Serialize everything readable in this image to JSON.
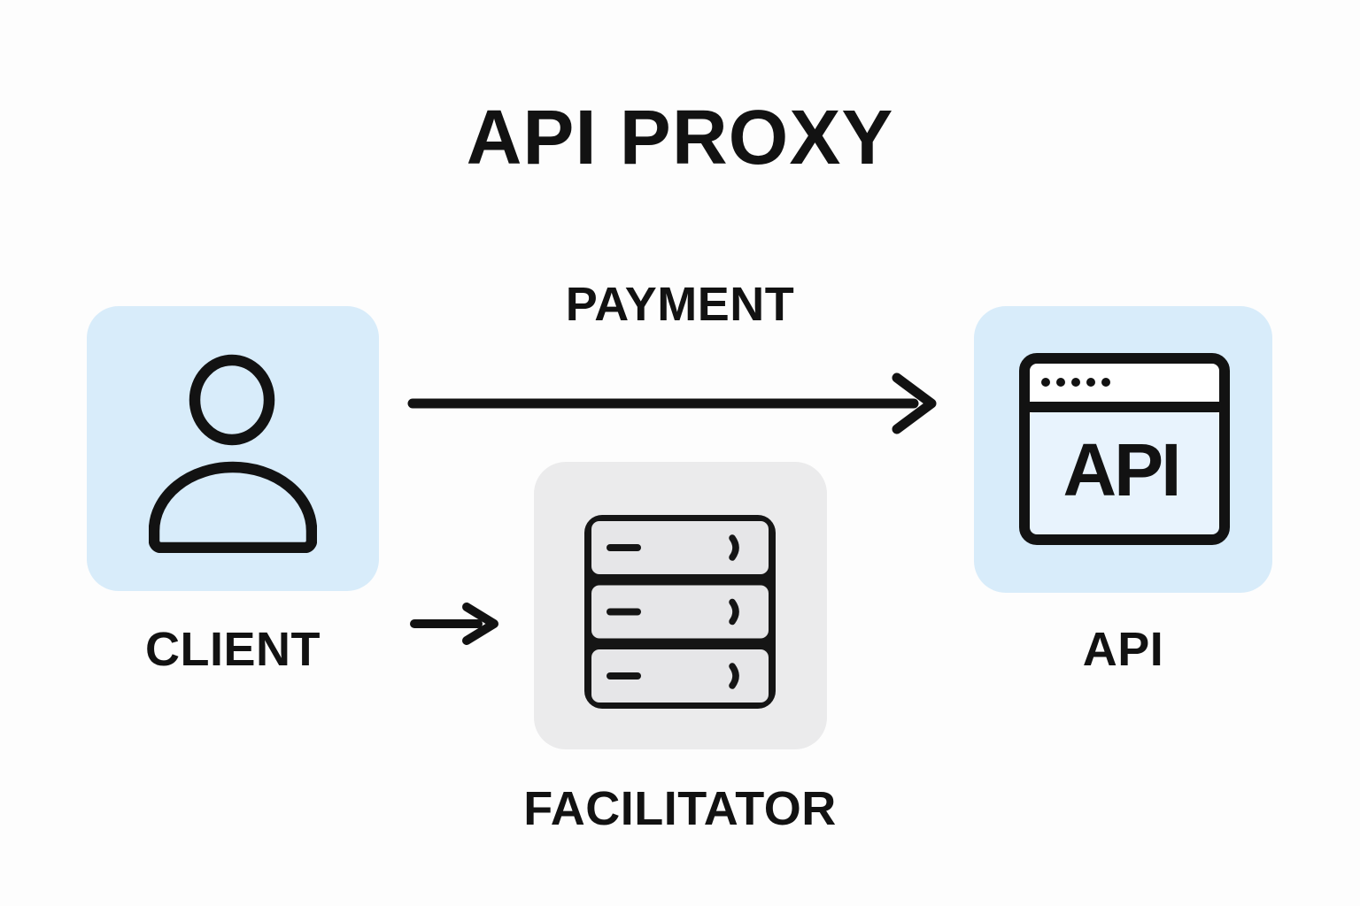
{
  "title": "API PROXY",
  "nodes": {
    "client": {
      "label": "CLIENT",
      "icon": "user-icon",
      "bg_color": "#d8ecfa"
    },
    "facilitator": {
      "label": "FACILITATOR",
      "icon": "server-stack-icon",
      "bg_color": "#ebebec"
    },
    "api": {
      "label": "API",
      "window_text": "API",
      "icon": "browser-window-icon",
      "bg_color": "#d8ecfa"
    }
  },
  "arrows": {
    "payment": {
      "label": "PAYMENT",
      "from": "CLIENT",
      "to": "API"
    },
    "client_to_facilitator": {
      "from": "CLIENT",
      "to": "FACILITATOR"
    }
  },
  "colors": {
    "ink": "#121212",
    "node_blue": "#d8ecfa",
    "node_gray": "#ebebec",
    "server_row_gray": "#e6e6e8",
    "window_body_blue": "#e8f3fd",
    "background": "#fdfdfd"
  }
}
